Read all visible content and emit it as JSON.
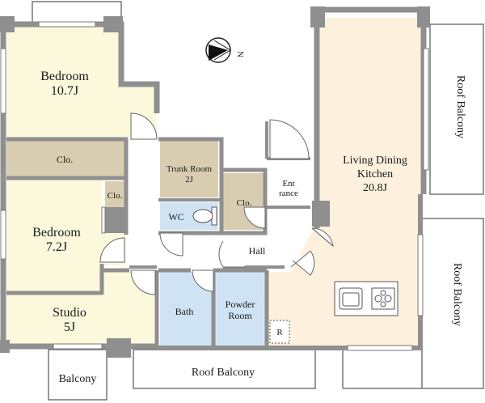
{
  "rooms": {
    "bedroom1": {
      "name": "Bedroom",
      "size": "10.7J"
    },
    "bedroom2": {
      "name": "Bedroom",
      "size": "7.2J"
    },
    "studio": {
      "name": "Studio",
      "size": "5J"
    },
    "trunk_room": {
      "name": "Trunk Room",
      "size": "2J"
    },
    "ldk": {
      "name_line1": "Living Dining",
      "name_line2": "Kitchen",
      "size": "20.8J"
    },
    "wc": "WC",
    "closet_main": "Clo.",
    "closet_small": "Clo.",
    "closet_entry": "Clo.",
    "entrance_line1": "Ent",
    "entrance_line2": "rance",
    "hall": "Hall",
    "bath": "Bath",
    "powder_line1": "Powder",
    "powder_line2": "Room",
    "refrigerator": "R"
  },
  "balconies": {
    "bottom_left": "Balcony",
    "bottom_center": "Roof Balcony",
    "right_top": "Roof Balcony",
    "right_bottom": "Roof Balcony"
  },
  "compass": {
    "label": "N"
  },
  "colors": {
    "wall": "#8f8f8f",
    "room_yellow": "#fbf8dc",
    "closet_tan": "#d8cdb1",
    "wet_blue": "#cfe3f5",
    "ldk_floor": "#fdf1de",
    "hall_white": "#ffffff"
  }
}
